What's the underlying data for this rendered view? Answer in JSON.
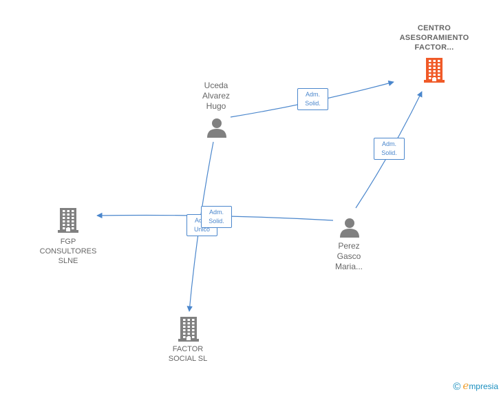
{
  "nodes": {
    "centro": {
      "name": "CENTRO\nASESORAMIENTO\nFACTOR...",
      "icon": "building-icon",
      "color": "#f05a28"
    },
    "uceda": {
      "name": "Uceda\nAlvarez\nHugo",
      "icon": "person-icon",
      "color": "#808080"
    },
    "fgp": {
      "name": "FGP\nCONSULTORES\nSLNE",
      "icon": "building-icon",
      "color": "#808080"
    },
    "perez": {
      "name": "Perez\nGasco\nMaria...",
      "icon": "person-icon",
      "color": "#808080"
    },
    "factor": {
      "name": "FACTOR\nSOCIAL SL",
      "icon": "building-icon",
      "color": "#808080"
    }
  },
  "edges": [
    {
      "from": "uceda",
      "to": "centro",
      "label": "Adm.\nSolid."
    },
    {
      "from": "perez",
      "to": "centro",
      "label": "Adm.\nSolid."
    },
    {
      "from": "perez",
      "to": "fgp",
      "label": "Adm.\nSolid."
    },
    {
      "from": "uceda",
      "to": "factor",
      "label": "Adm.\nUnico"
    }
  ],
  "colors": {
    "edge": "#4a86cc"
  },
  "footer": {
    "copyright": "©",
    "brand_first": "e",
    "brand_rest": "mpresia"
  }
}
